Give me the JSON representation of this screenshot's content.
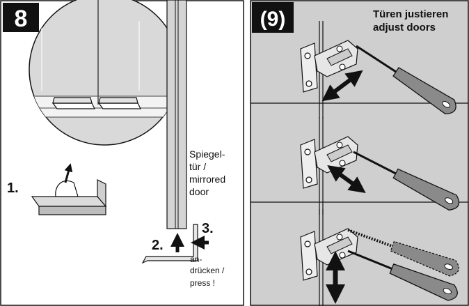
{
  "step8": {
    "badge": "8",
    "sub1": "1.",
    "sub2": "2.",
    "sub3": "3.",
    "door_label": [
      "Spiegel-",
      "tür /",
      "mirrored",
      "door"
    ],
    "press_label": [
      "an-",
      "drücken /",
      "press !"
    ]
  },
  "step9": {
    "badge": "(9)",
    "title_de": "Türen justieren",
    "title_en": "adjust doors"
  },
  "colors": {
    "panel_gray": "#cfcfcf",
    "badge_bg": "#111111",
    "line": "#222222",
    "metal": "#e6e6e6",
    "handle": "#8a8a8a"
  }
}
